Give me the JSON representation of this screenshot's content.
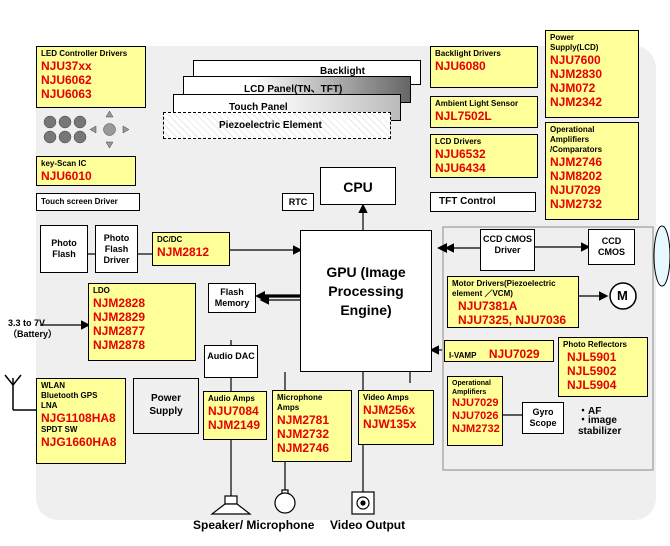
{
  "blocks": {
    "led": {
      "title": "LED Controller Drivers",
      "parts": [
        "NJU37xx",
        "NJU6062",
        "NJU6063"
      ]
    },
    "keyscan": {
      "title": "key-Scan IC",
      "parts": [
        "NJU6010"
      ]
    },
    "touch_driver": {
      "title": "Touch screen Driver"
    },
    "backlight_drv": {
      "title": "Backlight Drivers",
      "parts": [
        "NJU6080"
      ]
    },
    "ambient": {
      "title": "Ambient Light Sensor",
      "parts": [
        "NJL7502L"
      ]
    },
    "lcd_drv": {
      "title": "LCD Drivers",
      "parts": [
        "NJU6532",
        "NJU6434"
      ]
    },
    "power_lcd": {
      "title": "Power Supply(LCD)",
      "parts": [
        "NJU7600",
        "NJM2830",
        "NJM072",
        "NJM2342"
      ]
    },
    "opamp_comp": {
      "title": "Operational Amplifiers /Comparators",
      "parts": [
        "NJM2746",
        "NJM8202",
        "NJU7029",
        "NJM2732"
      ]
    },
    "dcdc": {
      "title": "DC/DC",
      "parts": [
        "NJM2812"
      ]
    },
    "ldo": {
      "title": "LDO",
      "parts": [
        "NJM2828",
        "NJM2829",
        "NJM2877",
        "NJM2878"
      ]
    },
    "wlan": {
      "title": "WLAN Bluetooth GPS LNA",
      "parts": [
        "NJG1108HA8"
      ],
      "title2": "SPDT SW",
      "parts2": [
        "NJG1660HA8"
      ]
    },
    "audio_amps": {
      "title": "Audio Amps",
      "parts": [
        "NJU7084",
        "NJM2149"
      ]
    },
    "mic_amps": {
      "title": "Microphone Amps",
      "parts": [
        "NJM2781",
        "NJM2732",
        "NJM2746"
      ]
    },
    "video_amps": {
      "title": "Video Amps",
      "parts": [
        "NJM256x",
        "NJW135x"
      ]
    },
    "motor": {
      "title": "Motor Drivers(Piezoelectric element ／VCM)",
      "parts": [
        "NJU7381A",
        "NJU7325, NJU7036"
      ]
    },
    "ivamp": {
      "title": "I-VAMP",
      "parts": [
        "NJU7029"
      ]
    },
    "photo_ref": {
      "title": "Photo Reflectors",
      "parts": [
        "NJL5901",
        "NJL5902",
        "NJL5904"
      ]
    },
    "opamp2": {
      "title": "Operational Amplifiers",
      "parts": [
        "NJU7029",
        "NJU7026",
        "NJM2732"
      ]
    }
  },
  "layers": [
    "Backlight",
    "LCD Panel(TN、TFT)",
    "Touch Panel",
    "Piezoelectric Element"
  ],
  "labels": {
    "cpu": "CPU",
    "rtc": "RTC",
    "tft": "TFT  Control",
    "gpu": "GPU (Image Processing Engine)",
    "photo_flash": "Photo Flash",
    "photo_flash_driver": "Photo Flash Driver",
    "flash_memory": "Flash Memory",
    "audio_dac": "Audio DAC",
    "power_supply": "Power Supply",
    "ccd_driver": "CCD CMOS Driver",
    "ccd_cmos": "CCD CMOS",
    "motor": "M",
    "gyro": "Gyro Scope",
    "af": "・AF",
    "stabilizer": "・image stabilizer",
    "battery": "3.3 to 7V （Battery）",
    "speaker": "Speaker/ Microphone",
    "video_out": "Video Output"
  }
}
